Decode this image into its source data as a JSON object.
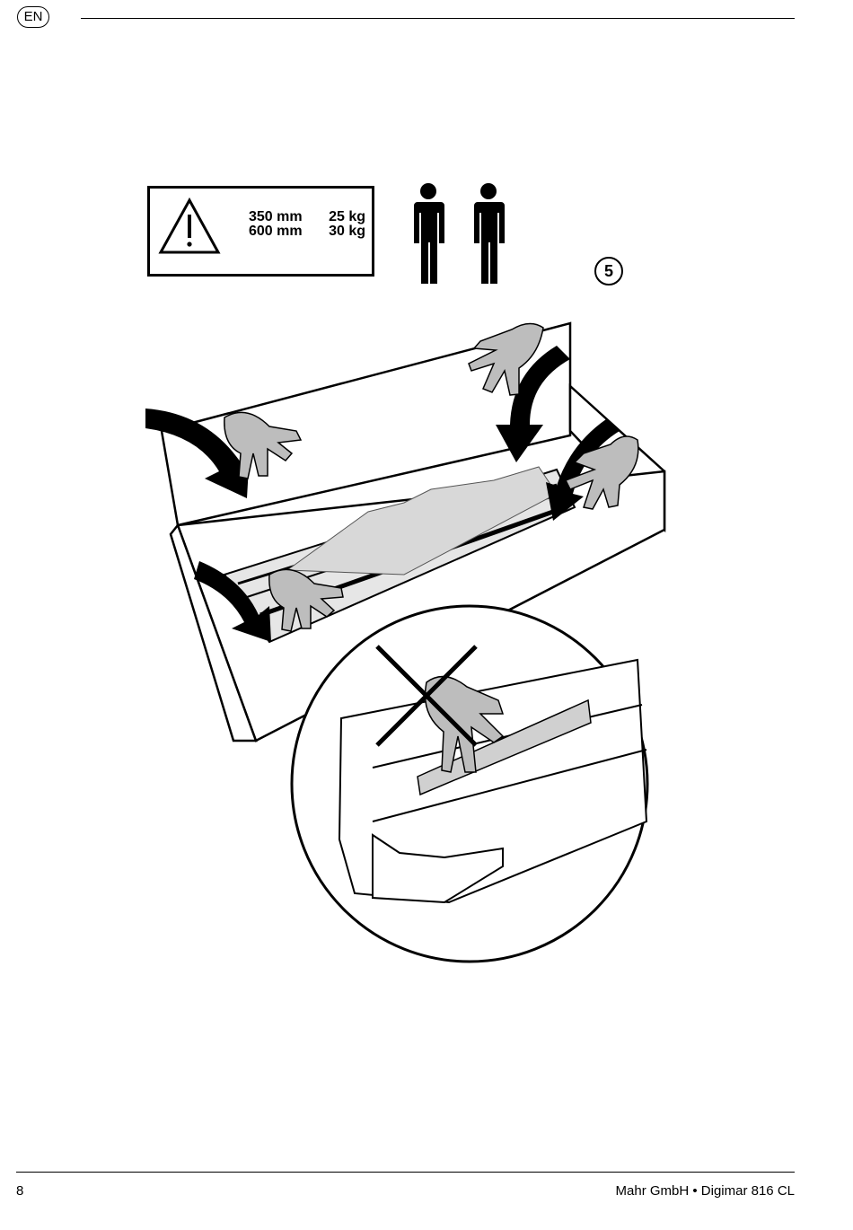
{
  "header": {
    "language": "EN"
  },
  "warning": {
    "icon": "warning-triangle-icon",
    "rows": [
      {
        "size": "350 mm",
        "weight": "25 kg"
      },
      {
        "size": "600 mm",
        "weight": "30 kg"
      }
    ]
  },
  "persons_icon": "two-persons-icon",
  "step": {
    "number": "5"
  },
  "illustration": {
    "main": "unpacking-box-illustration",
    "detail": "do-not-grab-detail-illustration"
  },
  "footer": {
    "page_number": "8",
    "company": "Mahr GmbH • Digimar 816 CL"
  }
}
